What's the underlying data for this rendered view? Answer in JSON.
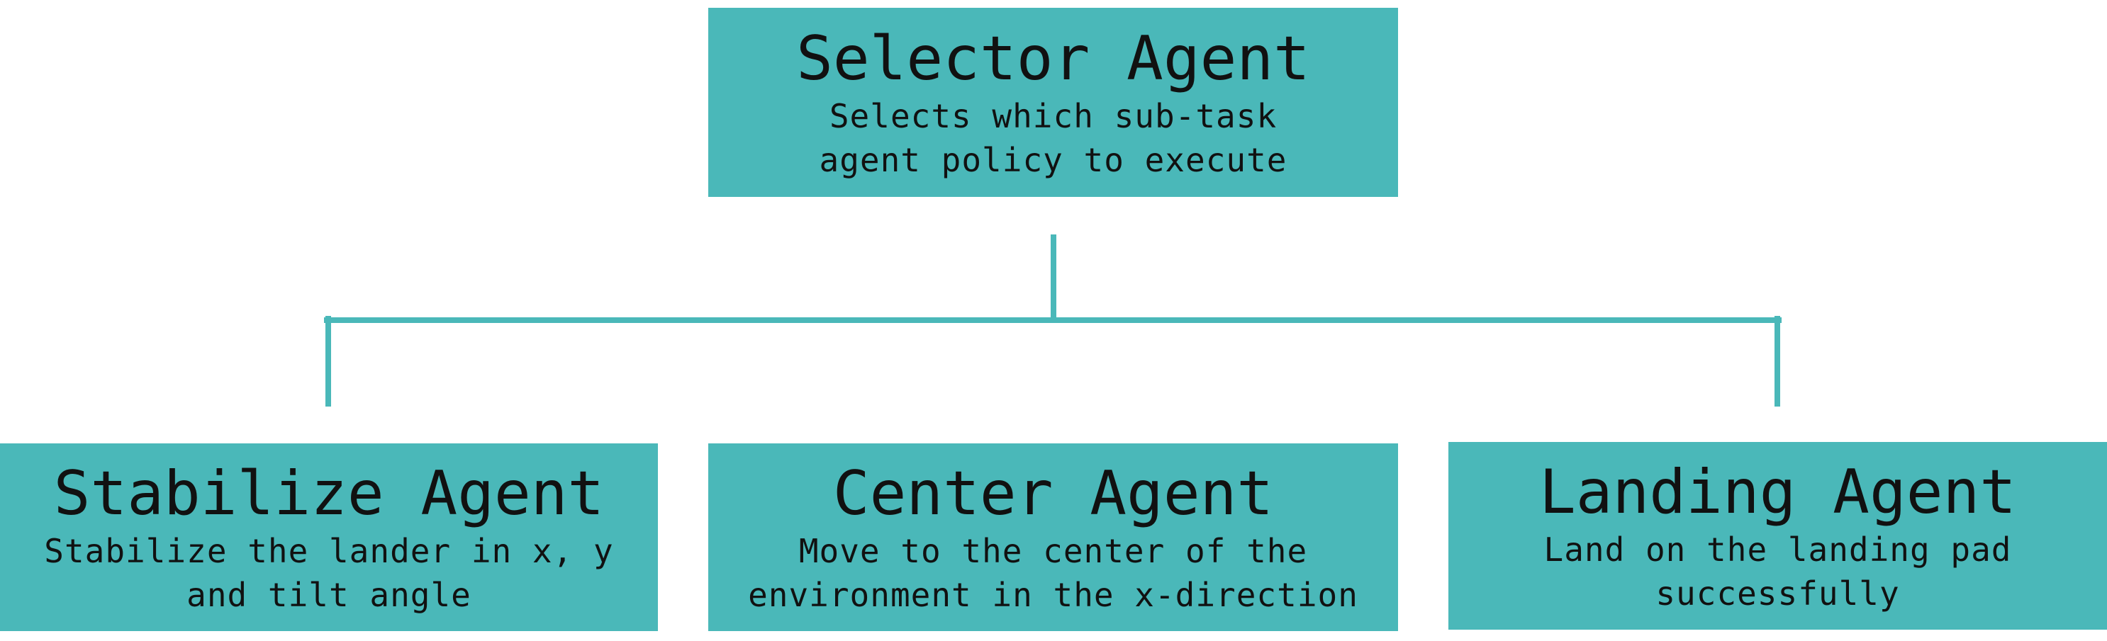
{
  "colors": {
    "box_fill": "#4ab8b9",
    "connector": "#4ab8b9",
    "text": "#111111",
    "background": "#ffffff"
  },
  "diagram": {
    "root": {
      "title": "Selector Agent",
      "description_lines": [
        "Selects which sub-task",
        "agent policy to execute"
      ]
    },
    "children": [
      {
        "title": "Stabilize Agent",
        "description_lines": [
          "Stabilize the lander in x, y",
          "and tilt angle"
        ]
      },
      {
        "title": "Center Agent",
        "description_lines": [
          "Move to the center of the",
          "environment in the x-direction"
        ]
      },
      {
        "title": "Landing Agent",
        "description_lines": [
          "Land on the landing pad",
          "successfully"
        ]
      }
    ]
  }
}
